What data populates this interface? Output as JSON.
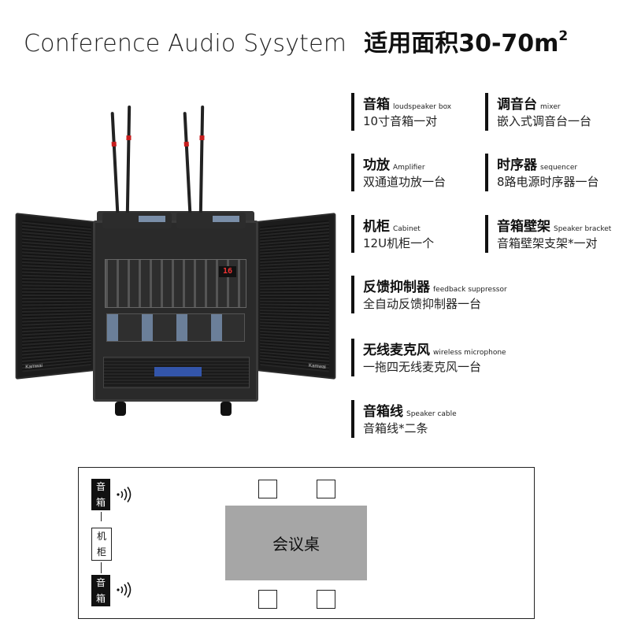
{
  "header": {
    "title_en": "Conference Audio Sysytem",
    "title_cn": "适用面积30-70m",
    "title_sup": "2"
  },
  "product": {
    "speaker_brand": "Kamwai",
    "mixer_display": "16"
  },
  "specs": [
    {
      "cn": "音箱",
      "en": "loudspeaker box",
      "desc": "10寸音箱一对"
    },
    {
      "cn": "调音台",
      "en": "mixer",
      "desc": "嵌入式调音台一台"
    },
    {
      "cn": "功放",
      "en": "Amplifier",
      "desc": "双通道功放一台"
    },
    {
      "cn": "时序器",
      "en": "sequencer",
      "desc": "8路电源时序器一台"
    },
    {
      "cn": "机柜",
      "en": "Cabinet",
      "desc": "12U机柜一个"
    },
    {
      "cn": "音箱壁架",
      "en": "Speaker bracket",
      "desc": "音箱壁架支架*一对"
    },
    {
      "cn": "反馈抑制器",
      "en": "feedback suppressor",
      "desc": "全自动反馈抑制器一台"
    },
    {
      "cn": "无线麦克风",
      "en": "wireless microphone",
      "desc": "一拖四无线麦克风一台"
    },
    {
      "cn": "音箱线",
      "en": "Speaker cable",
      "desc": "音箱线*二条"
    }
  ],
  "diagram": {
    "speaker_top": [
      "音",
      "箱"
    ],
    "cabinet": [
      "机",
      "柜"
    ],
    "speaker_bottom": [
      "音",
      "箱"
    ],
    "table_label": "会议桌",
    "icons": [
      "sound-wave-icon",
      "sound-wave-icon"
    ]
  },
  "colors": {
    "accent_red": "#c61d1d",
    "table_gray": "#a6a6a6"
  }
}
